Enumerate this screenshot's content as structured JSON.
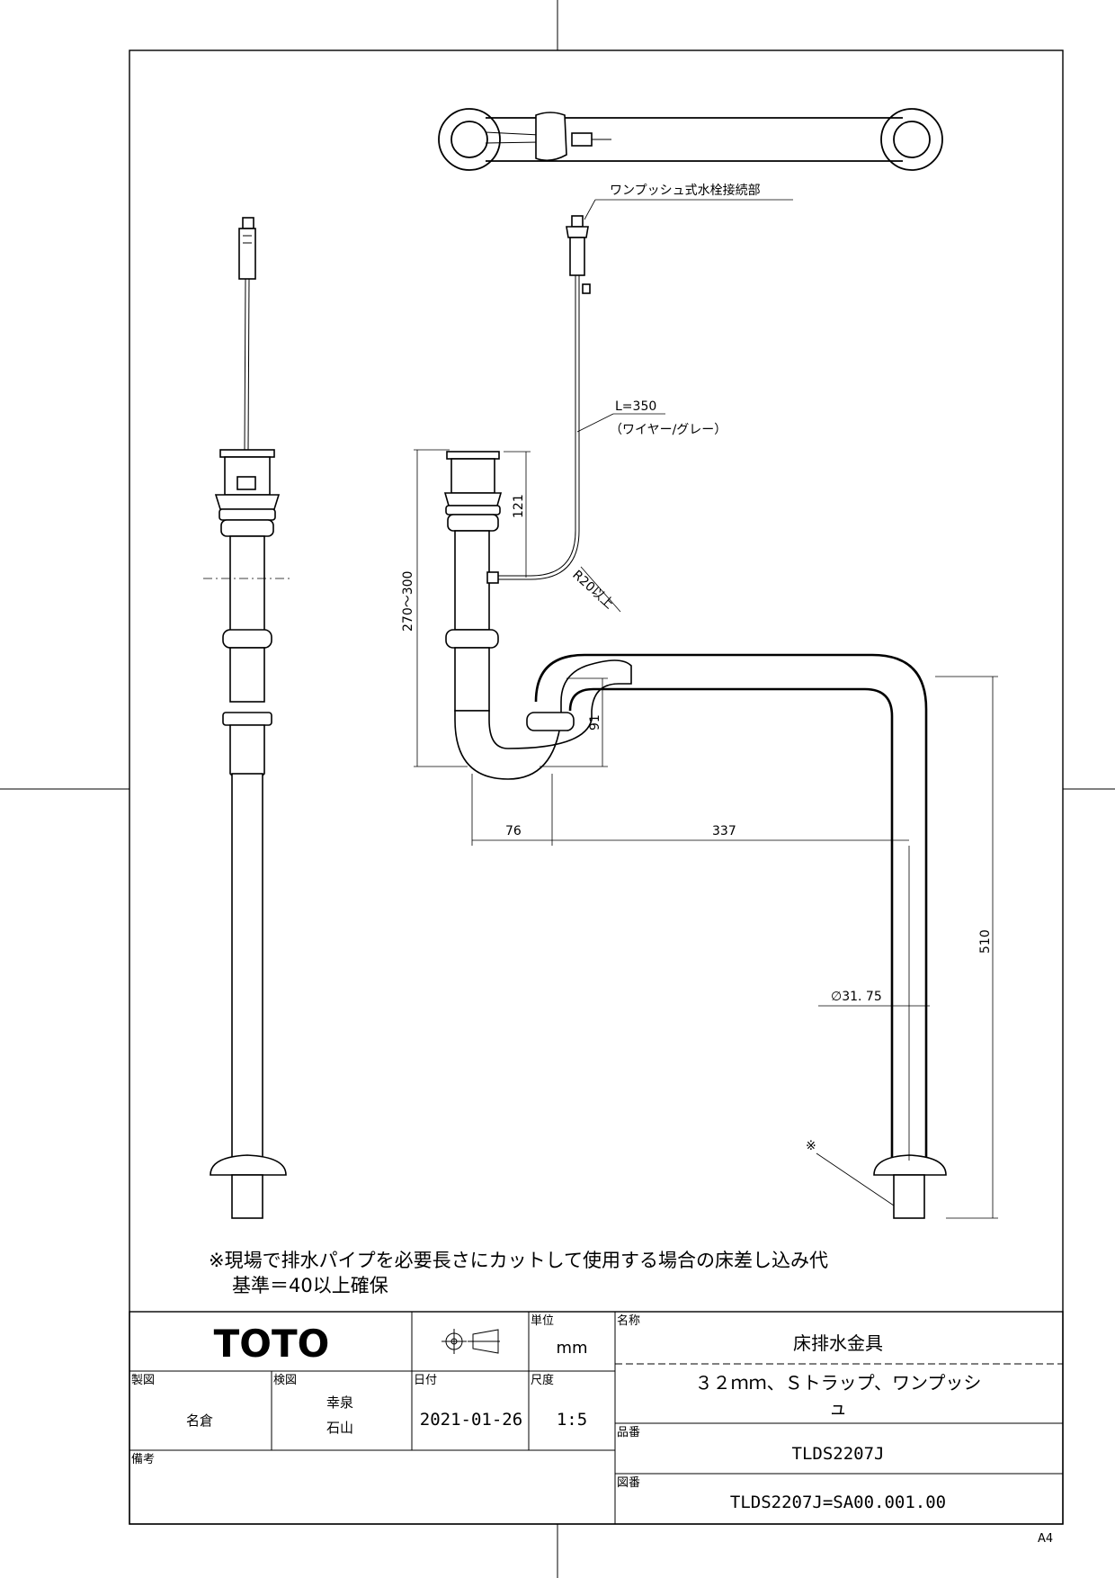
{
  "note": {
    "line1": "※現場で排水パイプを必要長さにカットして使用する場合の床差し込み代",
    "line2": "基準＝40以上確保"
  },
  "callouts": {
    "connector": "ワンプッシュ式水栓接続部",
    "wire_length": "L=350",
    "wire_desc": "（ワイヤー/グレー）",
    "radius": "R20以上",
    "asterisk": "※"
  },
  "dimensions": {
    "height_range": "270～300",
    "top_to_branch": "121",
    "trap_depth": "91",
    "trap_offset": "76",
    "horizontal_run": "337",
    "vertical_run": "510",
    "pipe_diameter": "∅31. 75"
  },
  "title_block": {
    "brand": "TOTO",
    "unit_label": "単位",
    "unit_value": "mm",
    "name_label": "名称",
    "name_value": "床排水金具",
    "spec_line1": "３２ｍｍ、Ｓトラップ、ワンプッシ",
    "spec_line2": "ュ",
    "drawn_label": "製図",
    "drawn_value": "名倉",
    "checked_label": "検図",
    "checked_value1": "幸泉",
    "checked_value2": "石山",
    "date_label": "日付",
    "date_value": "2021-01-26",
    "scale_label": "尺度",
    "scale_value": "1:5",
    "part_label": "品番",
    "part_value": "TLDS2207J",
    "drawing_no_label": "図番",
    "drawing_no_value": "TLDS2207J=SA00.001.00",
    "remarks_label": "備考"
  },
  "paper_size": "A4"
}
